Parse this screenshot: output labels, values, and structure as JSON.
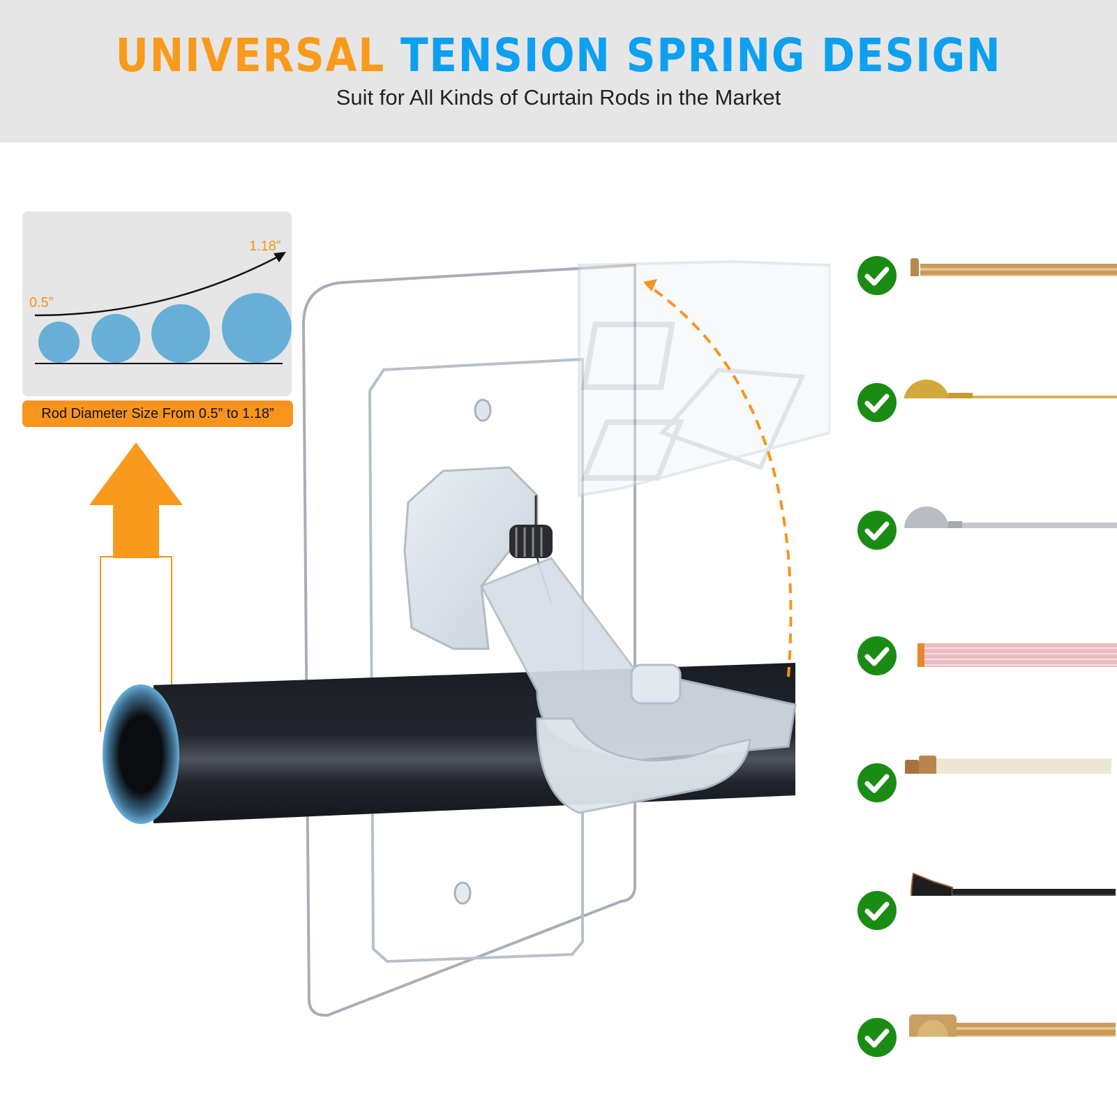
{
  "header": {
    "title_word_1": "UNIVERSAL",
    "title_word_2": "TENSION SPRING DESIGN",
    "subtitle": "Suit for All Kinds of Curtain Rods in the Market"
  },
  "size_diagram": {
    "min_label": "0.5”",
    "max_label": "1.18”",
    "badge_text": "Rod Diameter Size From 0.5” to 1.18”",
    "circle_count": 4
  },
  "colors": {
    "orange": "#f7941d",
    "blue": "#0ea0f0",
    "circle_blue": "#68afd8",
    "check_green": "#1a8c13",
    "header_bg": "#e6e6e6"
  },
  "compatible_rods": [
    {
      "name": "gold-fluted-rod",
      "compatible": true
    },
    {
      "name": "gold-ball-finial-rod",
      "compatible": true
    },
    {
      "name": "silver-ball-finial-rod",
      "compatible": true
    },
    {
      "name": "pink-fluted-rod",
      "compatible": true
    },
    {
      "name": "cream-patterned-rod",
      "compatible": true
    },
    {
      "name": "black-bronze-bell-finial-rod",
      "compatible": true
    },
    {
      "name": "gold-ornate-fluted-rod",
      "compatible": true
    }
  ]
}
